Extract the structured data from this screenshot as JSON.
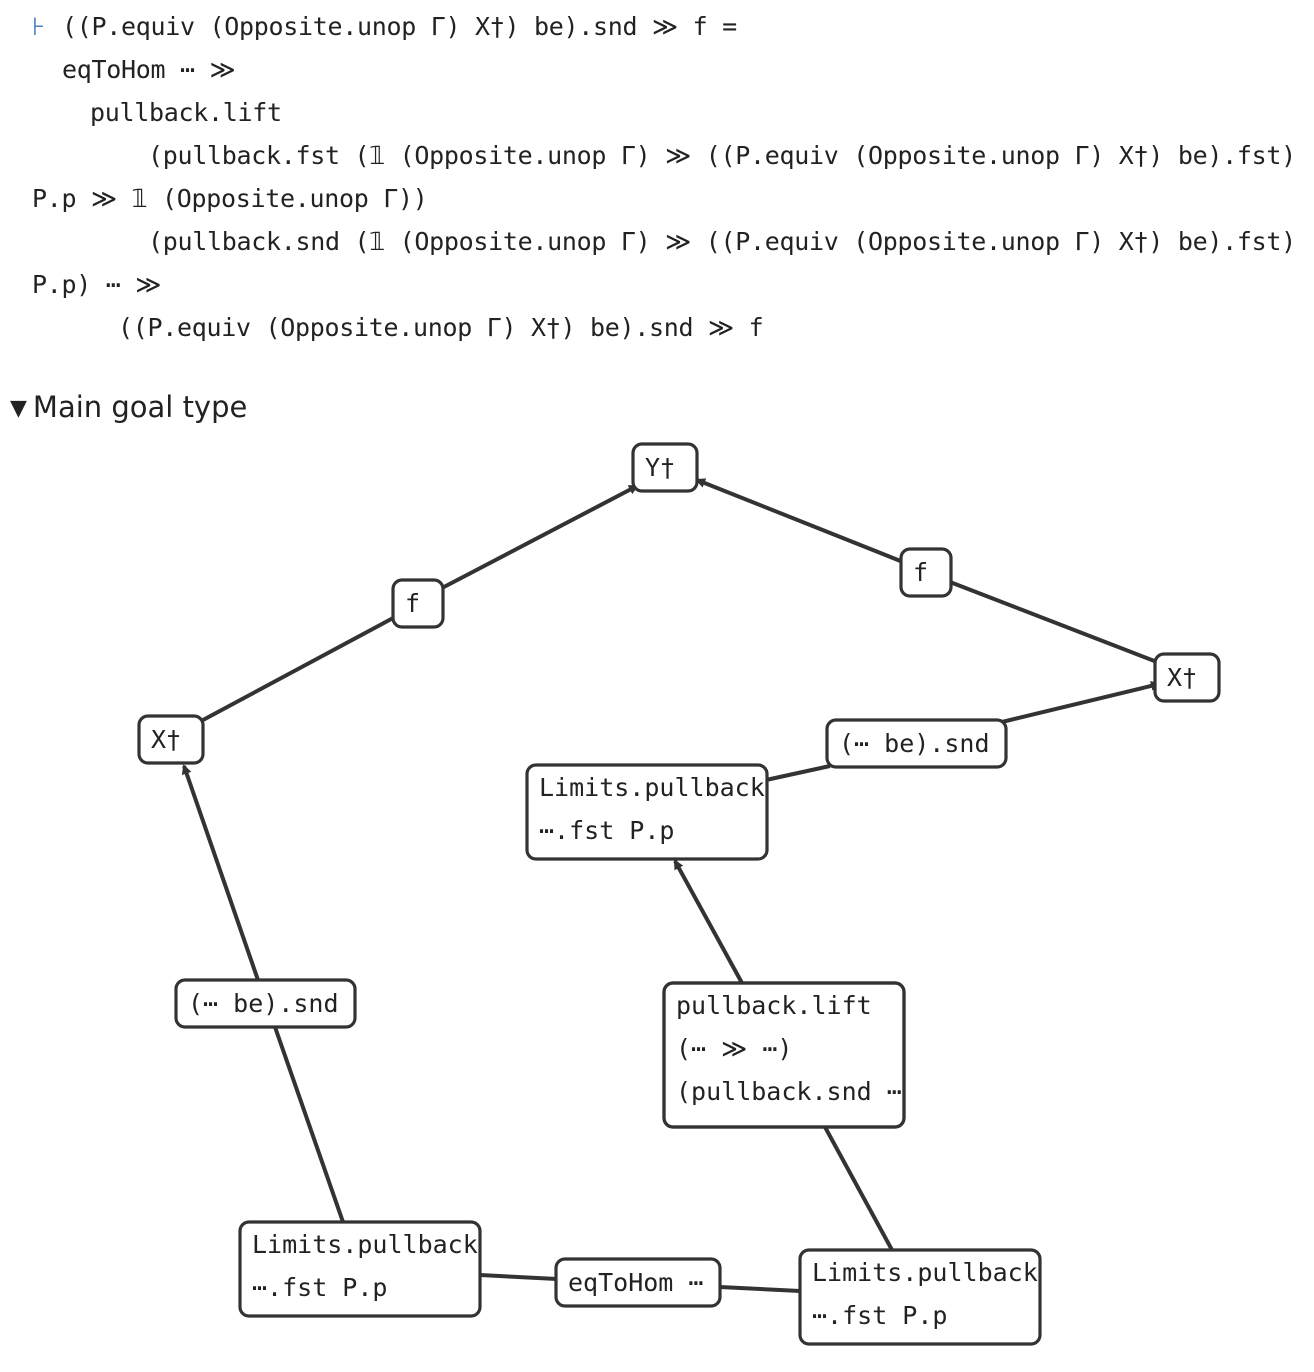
{
  "goal": {
    "turnstile": "⊦",
    "lines": [
      "((P.equiv (Opposite.unop Γ) X†) be).snd ≫ f =",
      "eqToHom ⋯ ≫",
      "pullback.lift",
      "(pullback.fst (𝟙 (Opposite.unop Γ) ≫ ((P.equiv (Opposite.unop Γ) X†) be).fst)",
      "P.p ≫ 𝟙 (Opposite.unop Γ))",
      "(pullback.snd (𝟙 (Opposite.unop Γ) ≫ ((P.equiv (Opposite.unop Γ) X†) be).fst)",
      "P.p) ⋯ ≫",
      "((P.equiv (Opposite.unop Γ) X†) be).snd ≫ f"
    ]
  },
  "section": {
    "toggle_icon": "▼",
    "title": "Main goal type"
  },
  "diagram": {
    "nodes": {
      "y_top": [
        "Y†"
      ],
      "f_left": [
        "f"
      ],
      "f_right": [
        "f"
      ],
      "x_left": [
        "X†"
      ],
      "x_right": [
        "X†"
      ],
      "snd_right": [
        "(⋯ be).snd"
      ],
      "pb_mid": [
        "Limits.pullback",
        "⋯.fst P.p"
      ],
      "snd_left": [
        "(⋯ be).snd"
      ],
      "lift": [
        "pullback.lift",
        "(⋯ ≫ ⋯)",
        "(pullback.snd ⋯"
      ],
      "pb_bl": [
        "Limits.pullback",
        "⋯.fst P.p"
      ],
      "eqtohom": [
        "eqToHom ⋯"
      ],
      "pb_br": [
        "Limits.pullback",
        "⋯.fst P.p"
      ]
    },
    "arrows": [
      {
        "from": "x_left",
        "via": "f_left",
        "to": "y_top"
      },
      {
        "from": "x_right",
        "via": "f_right",
        "to": "y_top"
      },
      {
        "from": "pb_mid",
        "via": "snd_right",
        "to": "x_right"
      },
      {
        "from": "pb_bl",
        "via": "snd_left",
        "to": "x_left"
      },
      {
        "from": "pb_br",
        "via": "lift",
        "to": "pb_mid"
      },
      {
        "from": "pb_bl",
        "via": "eqtohom",
        "to": "pb_br"
      }
    ]
  }
}
